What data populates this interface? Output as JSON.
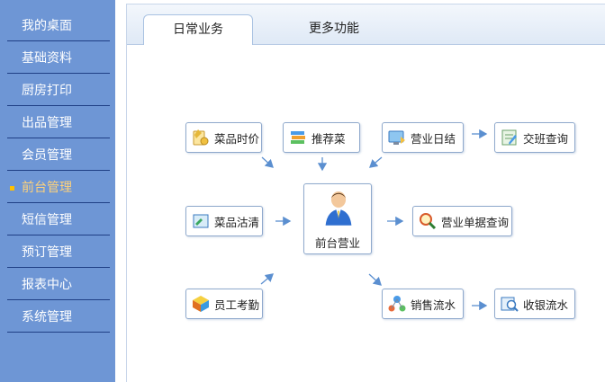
{
  "sidebar": {
    "items": [
      {
        "label": "我的桌面",
        "active": false
      },
      {
        "label": "基础资料",
        "active": false
      },
      {
        "label": "厨房打印",
        "active": false
      },
      {
        "label": "出品管理",
        "active": false
      },
      {
        "label": "会员管理",
        "active": false
      },
      {
        "label": "前台管理",
        "active": true
      },
      {
        "label": "短信管理",
        "active": false
      },
      {
        "label": "预订管理",
        "active": false
      },
      {
        "label": "报表中心",
        "active": false
      },
      {
        "label": "系统管理",
        "active": false
      }
    ]
  },
  "tabs": {
    "daily": "日常业务",
    "more": "更多功能"
  },
  "flow": {
    "dish_price": "菜品时价",
    "recommend": "推荐菜",
    "daily_close": "营业日结",
    "shift_query": "交班查询",
    "dish_soldout": "菜品沽清",
    "front_desk": "前台营业",
    "bill_query": "营业单据查询",
    "attendance": "员工考勤",
    "sales_flow": "销售流水",
    "cash_flow": "收银流水"
  },
  "colors": {
    "sidebar_bg": "#6e96d5",
    "active_text": "#ffd27a",
    "arrow": "#5b8fd0"
  }
}
